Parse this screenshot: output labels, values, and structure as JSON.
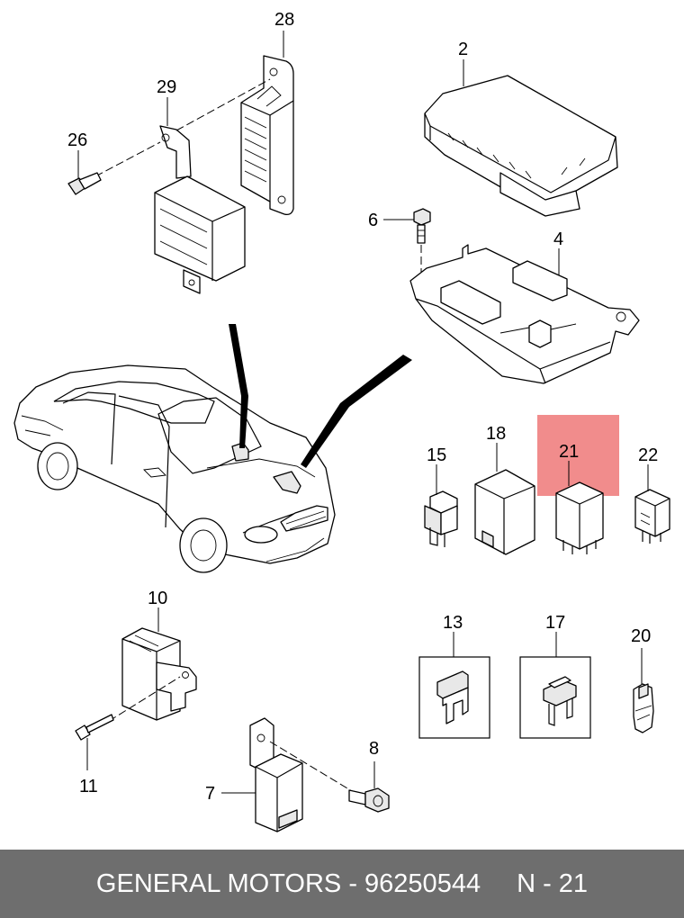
{
  "callouts": {
    "c2": "2",
    "c4": "4",
    "c6": "6",
    "c7": "7",
    "c8": "8",
    "c10": "10",
    "c11": "11",
    "c13": "13",
    "c15": "15",
    "c17": "17",
    "c18": "18",
    "c20": "20",
    "c21": "21",
    "c22": "22",
    "c26": "26",
    "c28": "28",
    "c29": "29"
  },
  "highlight": {
    "callout": "21",
    "color": "#f08080"
  },
  "footer": {
    "brand": "GENERAL MOTORS",
    "separator": "-",
    "part_number": "96250544",
    "reference": "N - 21"
  }
}
